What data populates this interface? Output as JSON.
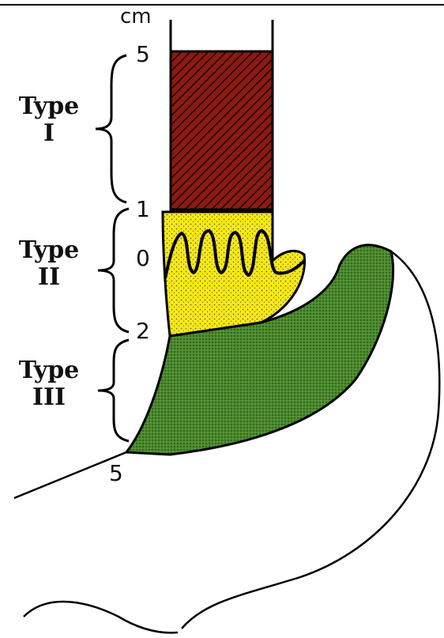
{
  "scale": {
    "unit": "cm",
    "marks": [
      "5",
      "1",
      "0",
      "2",
      "5"
    ]
  },
  "types": [
    {
      "line1": "Type",
      "line2": "I"
    },
    {
      "line1": "Type",
      "line2": "II"
    },
    {
      "line1": "Type",
      "line2": "III"
    }
  ],
  "colors": {
    "type_i": "#8b1a12",
    "type_ii": "#f5e81a",
    "type_iii": "#4a8a2c",
    "outline": "#000000"
  }
}
